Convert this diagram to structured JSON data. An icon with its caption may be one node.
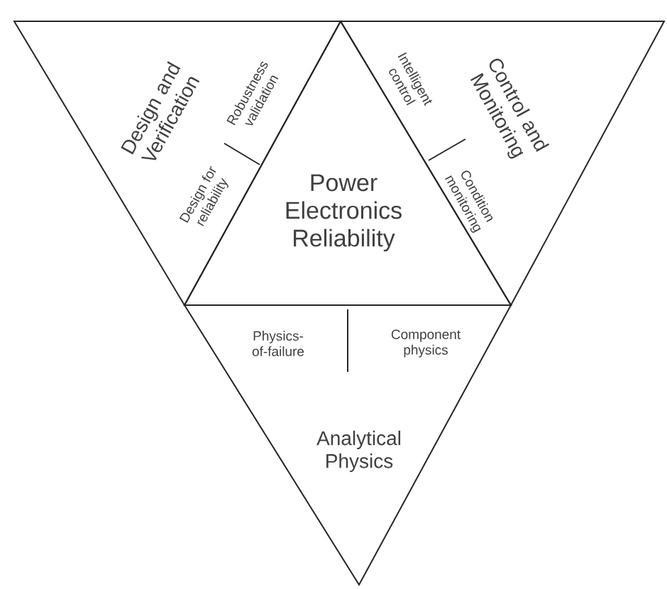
{
  "diagram": {
    "nodes": [
      {
        "text": [
          "Design and Verification",
          "Robustness validation",
          "Design for reliability"
        ]
      },
      {
        "text": [
          "Control and Monitoring",
          "Intelligent control",
          "Condition monitoring"
        ]
      },
      {
        "text": [
          "Power Electronics Reliability"
        ]
      },
      {
        "text": [
          "Analytical Physics",
          "Physics-of-failure",
          "Component physics"
        ]
      }
    ]
  }
}
